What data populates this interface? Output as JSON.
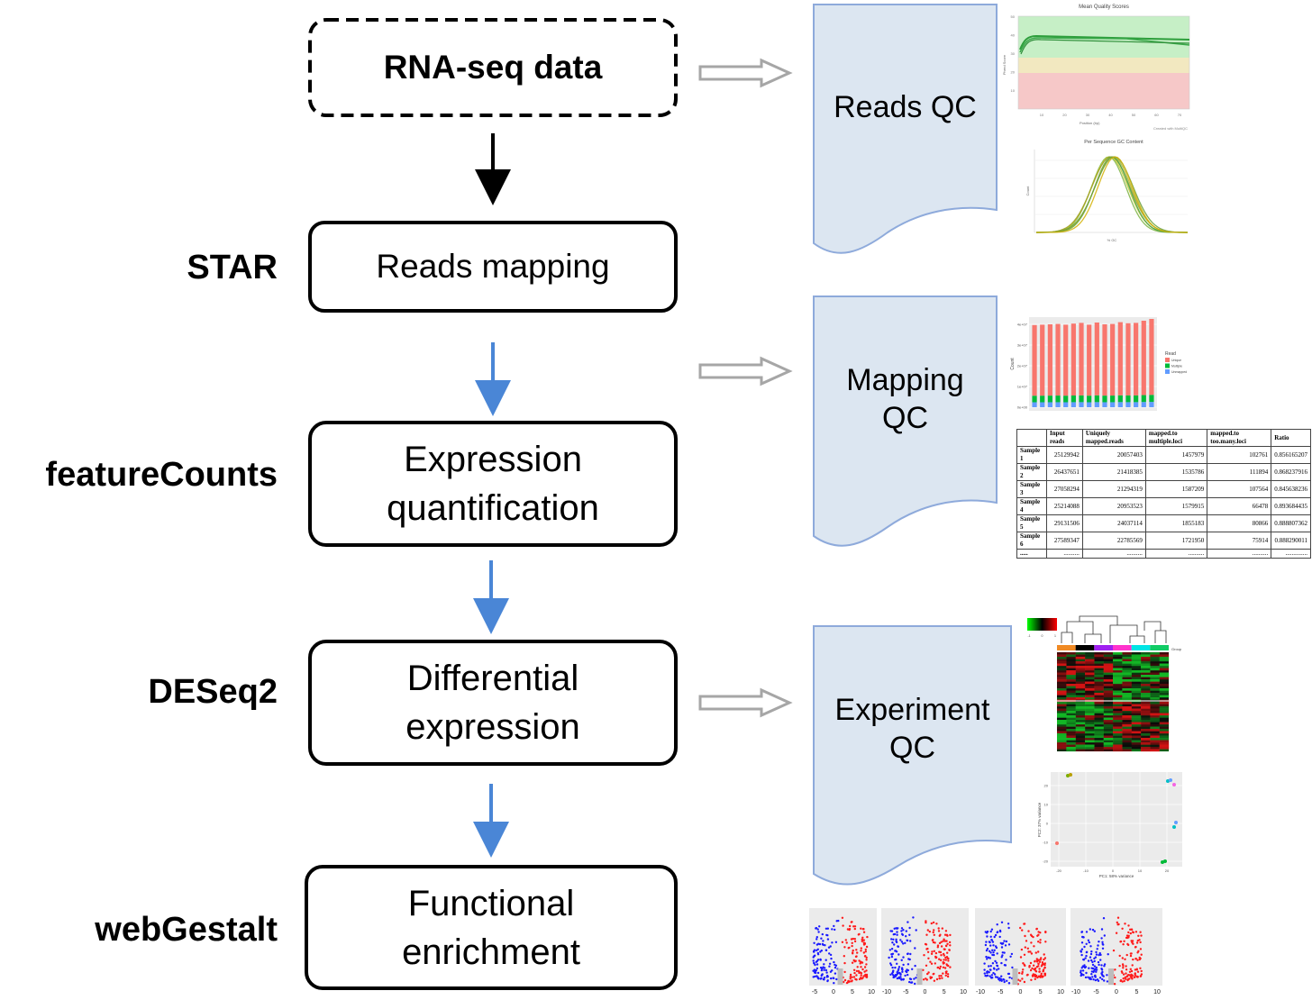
{
  "steps": [
    {
      "id": "rna-seq",
      "label": "RNA-seq data",
      "tool": ""
    },
    {
      "id": "mapping",
      "label": "Reads mapping",
      "tool": "STAR"
    },
    {
      "id": "quant",
      "label_lines": [
        "Expression",
        "quantification"
      ],
      "tool": "featureCounts"
    },
    {
      "id": "de",
      "label_lines": [
        "Differential",
        "expression"
      ],
      "tool": "DESeq2"
    },
    {
      "id": "enrich",
      "label_lines": [
        "Functional",
        "enrichment"
      ],
      "tool": "webGestalt"
    }
  ],
  "qc_docs": [
    {
      "id": "reads-qc",
      "label_lines": [
        "Reads QC"
      ]
    },
    {
      "id": "mapping-qc",
      "label_lines": [
        "Mapping",
        "QC"
      ]
    },
    {
      "id": "experiment-qc",
      "label_lines": [
        "Experiment",
        "QC"
      ]
    }
  ],
  "thumbnails": {
    "quality": {
      "title": "Mean Quality Scores",
      "xlabel": "Position (bp)",
      "ylabel": "Phred Score",
      "yticks": [
        "50",
        "40",
        "30",
        "20",
        "10"
      ],
      "xticks": [
        "10",
        "20",
        "30",
        "40",
        "50",
        "60",
        "70"
      ],
      "footer": "Created with MultiQC"
    },
    "gc": {
      "title": "Per Sequence GC Content",
      "xlabel": "% GC",
      "ylabel": "Count"
    },
    "mapping_bar": {
      "ylabel": "Count",
      "yticks": [
        "4e+07",
        "3e+07",
        "2e+07",
        "1e+07",
        "0e+00"
      ],
      "legend_title": "Read",
      "legend": [
        "Unique",
        "Multiple",
        "Unmapped"
      ],
      "unique_fraction": [
        0.78,
        0.79,
        0.8,
        0.81,
        0.79,
        0.82,
        0.84,
        0.79,
        0.85,
        0.8,
        0.81,
        0.86,
        0.83,
        0.84,
        0.9,
        0.95
      ]
    },
    "mapping_table": {
      "headers": [
        "",
        "Input reads",
        "Uniquely mapped.reads",
        "mapped.to multiple.loci",
        "mapped.to too.many.loci",
        "Ratio"
      ],
      "rows": [
        [
          "Sample 1",
          "25129942",
          "20057403",
          "1457979",
          "102761",
          "0.856165207"
        ],
        [
          "Sample 2",
          "26437651",
          "21418385",
          "1535786",
          "111894",
          "0.868237916"
        ],
        [
          "Sample 3",
          "27058294",
          "21294319",
          "1587209",
          "107564",
          "0.845638236"
        ],
        [
          "Sample 4",
          "25214088",
          "20953523",
          "1579915",
          "66478",
          "0.893684435"
        ],
        [
          "Sample 5",
          "29131506",
          "24037114",
          "1855183",
          "80866",
          "0.888807362"
        ],
        [
          "Sample 6",
          "27589347",
          "22785569",
          "1721950",
          "75914",
          "0.888290011"
        ],
        [
          ".....",
          "..........",
          "..........",
          "..........",
          "..........",
          ".............."
        ]
      ]
    },
    "heatmap": {
      "scale_ticks": [
        "-1",
        "0",
        "1"
      ],
      "legend": "Group",
      "group_colors": [
        "#f08a24",
        "#000000",
        "#a020f0",
        "#ff33cc",
        "#00e5e5",
        "#11cc66"
      ]
    },
    "pca": {
      "xlabel": "PC1: 58% variance",
      "ylabel": "PC2: 37% variance",
      "xticks": [
        "-20",
        "-10",
        "0",
        "10",
        "20"
      ],
      "yticks": [
        "20",
        "10",
        "0",
        "-10",
        "-20"
      ]
    },
    "volcano": {
      "xticks": [
        [
          "-5",
          "0",
          "5",
          "10"
        ],
        [
          "-10",
          "-5",
          "0",
          "5",
          "10"
        ],
        [
          "-10",
          "-5",
          "0",
          "5",
          "10"
        ],
        [
          "-10",
          "-5",
          "0",
          "5",
          "10"
        ]
      ]
    }
  },
  "colors": {
    "doc_fill": "#dce6f1",
    "doc_stroke": "#8eaadb",
    "blue_arrow": "#4a86d6",
    "hollow_arrow": "#a6a6a6",
    "up": "#ff1a1a",
    "down": "#1a1aff"
  }
}
